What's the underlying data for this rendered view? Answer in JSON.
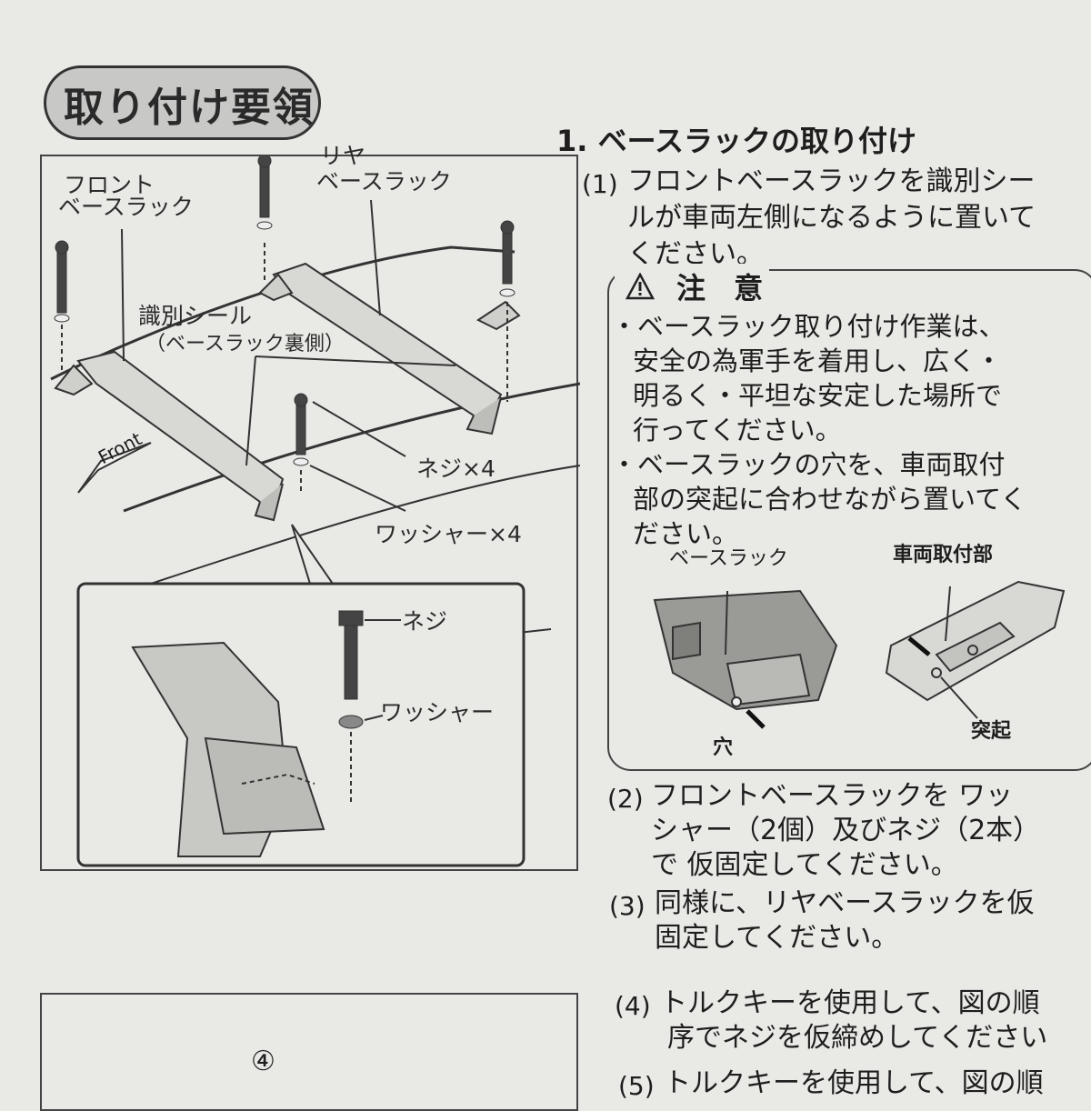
{
  "heading": "取り付け要領",
  "figure": {
    "labels": {
      "front_base_rack": [
        "フロント",
        "ベースラック"
      ],
      "rear_base_rack": [
        "リヤ",
        "ベースラック"
      ],
      "id_seal": [
        "識別シール",
        "（ベースラック裏側）"
      ],
      "screw_count": "ネジ×4",
      "washer_count": "ワッシャー×4",
      "front_arrow": "Front",
      "inset_screw": "ネジ",
      "inset_washer": "ワッシャー"
    },
    "circled_number": "④"
  },
  "section": {
    "title": "1. ベースラックの取り付け",
    "steps": [
      {
        "num": "(1)",
        "lines": [
          "フロントベースラックを識別シー",
          "ルが車両左側になるように置いて",
          "ください。"
        ]
      },
      {
        "num": "(2)",
        "lines": [
          "フロントベースラックを ワッ",
          "シャー（2個）及びネジ（2本）",
          "で 仮固定してください。"
        ]
      },
      {
        "num": "(3)",
        "lines": [
          "同様に、リヤベースラックを仮",
          "固定してください。"
        ]
      },
      {
        "num": "(4)",
        "lines": [
          "トルクキーを使用して、図の順",
          "序でネジを仮締めしてください"
        ]
      },
      {
        "num": "(5)",
        "lines": [
          "トルクキーを使用して、図の順"
        ]
      }
    ]
  },
  "caution": {
    "title": "注 意",
    "icon": "warning-triangle-icon",
    "bullets": [
      [
        "・ベースラック取り付け作業は、",
        "安全の為軍手を着用し、広く・",
        "明るく・平坦な安定した場所で",
        "行ってください。"
      ],
      [
        "・ベースラックの穴を、車両取付",
        "部の突起に合わせながら置いてく",
        "ださい。"
      ]
    ],
    "diagram_labels": {
      "base_rack": "ベースラック",
      "vehicle_mount": "車両取付部",
      "hole": "穴",
      "protrusion": "突起"
    }
  }
}
